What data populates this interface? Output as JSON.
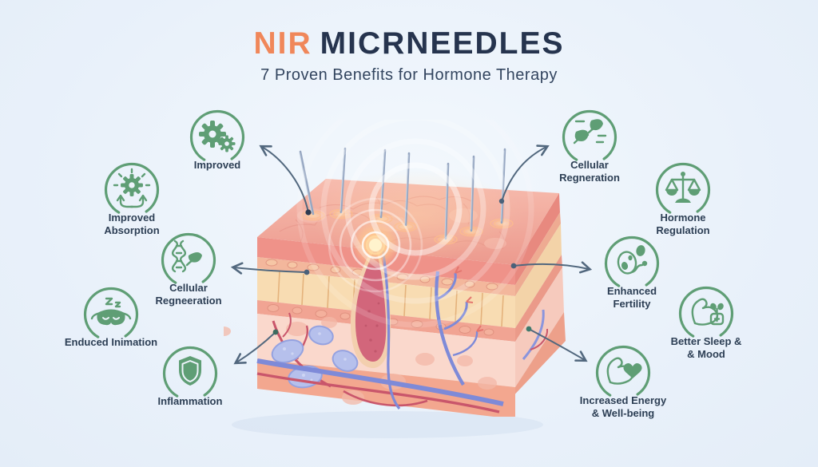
{
  "header": {
    "title_accent": "NIR",
    "title_main": "MICRNEEDLES",
    "subtitle": "7 Proven Benefits for Hormone Therapy"
  },
  "benefits": [
    {
      "id": "improved",
      "icon": "gears-icon",
      "label": "Improved"
    },
    {
      "id": "improved-absorption",
      "icon": "absorption-gear-icon",
      "label": "Improved\nAbsorption"
    },
    {
      "id": "cellular-regneeration",
      "icon": "dna-leaf-icon",
      "label": "Cellular\nRegneeration"
    },
    {
      "id": "enduced-inimation",
      "icon": "sleep-mask-icon",
      "label": "Enduced Inimation"
    },
    {
      "id": "inflammation",
      "icon": "shield-icon",
      "label": "Inflammation"
    },
    {
      "id": "cellular-regneration",
      "icon": "leaves-lines-icon",
      "label": "Cellular\nRegneration"
    },
    {
      "id": "hormone-regulation",
      "icon": "scales-icon",
      "label": "Hormone\nRegulation"
    },
    {
      "id": "enhanced-fertility",
      "icon": "fertility-icon",
      "label": "Enhanced\nFertility"
    },
    {
      "id": "better-sleep-mood",
      "icon": "arm-plant-icon",
      "label": "Better Sleep &\n& Mood"
    },
    {
      "id": "increased-energy",
      "icon": "arm-heart-icon",
      "label": "Increased Energy\n& Well-being"
    }
  ],
  "illustration": {
    "name": "skin-cross-section-with-microneedles"
  },
  "colors": {
    "accent_orange": "#F0875A",
    "heading_navy": "#26344E",
    "icon_green": "#5F9E75",
    "label_navy": "#2C3E54",
    "connector_slate": "#52687E",
    "background_blue": "#EAF1FA"
  }
}
